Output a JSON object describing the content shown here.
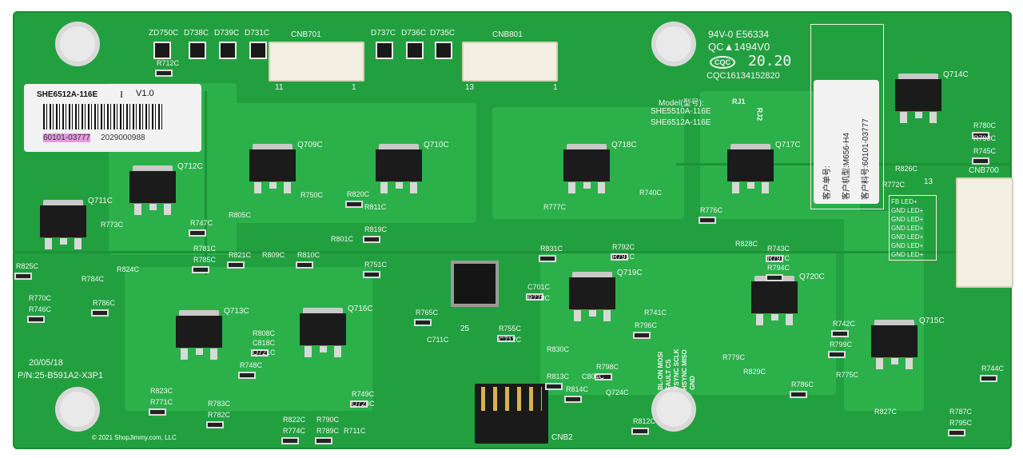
{
  "board": {
    "color": "#22a03f",
    "silk_color": "#f4f4f4"
  },
  "sticker": {
    "model": "SHE6512A-116E",
    "rev_mark": "I",
    "version": "V1.0",
    "serial_highlight": "60101-03777",
    "serial_rest": "2029000988",
    "highlight_color": "#e59be0"
  },
  "cert": {
    "line1": "94V-0 E56334",
    "line2": "QC▲1494V0",
    "cqc": "CQC",
    "date": "20.20",
    "cqc_number": "CQC16134152820"
  },
  "model_block": {
    "title": "Model(型号):",
    "models": [
      "SHE5510A-116E",
      "SHE6512A-116E"
    ],
    "rj": [
      "RJ1",
      "RJ2"
    ]
  },
  "right_sticker": {
    "lines": [
      "客户单号:",
      "客户机型:M656-H4",
      "客户料号:60101-03777"
    ]
  },
  "connectors": {
    "cnb701": "CNB701",
    "cnb801": "CNB801",
    "cnb700": "CNB700",
    "cnb2": "CNB2",
    "pin_11": "11",
    "pin_1a": "1",
    "pin_13": "13",
    "pin_1b": "1",
    "cnb700_pin": "13"
  },
  "cnb700_pins": [
    "FB",
    "GND",
    "GND",
    "GND",
    "GND",
    "GND",
    "GND"
  ],
  "cnb700_led": "LED+",
  "cnb2_pins": "BL-ON MOSI FAULT CS VSYNC SCLK HSYNC MISO GND",
  "mosfets": [
    "Q711C",
    "Q712C",
    "Q709C",
    "Q710C",
    "Q718C",
    "Q717C",
    "Q714C",
    "Q713C",
    "Q716C",
    "Q719C",
    "Q720C",
    "Q715C"
  ],
  "diodes": [
    "ZD750C",
    "D738C",
    "D739C",
    "D731C",
    "D737C",
    "D736C",
    "D735C"
  ],
  "labels": [
    "R712C",
    "R750C",
    "R820C",
    "R805C",
    "R821C",
    "R809C",
    "R810C",
    "R811C",
    "R819C",
    "R801C",
    "R751C",
    "R773C",
    "R747C",
    "R781C",
    "R785C",
    "R824C",
    "R825C",
    "R770C",
    "R746C",
    "R784C",
    "R786C",
    "R740C",
    "R792C",
    "R791C",
    "R831C",
    "R777C",
    "R776C",
    "R828C",
    "R743C",
    "R797C",
    "R794C",
    "R772C",
    "R780C",
    "R793C",
    "R745C",
    "R826C",
    "R765C",
    "C711C",
    "C701C",
    "R778C",
    "R755C",
    "C712C",
    "R796C",
    "R741C",
    "R798C",
    "R830C",
    "R742C",
    "R779C",
    "R799C",
    "R829C",
    "R786C",
    "R775C",
    "R744C",
    "R787C",
    "R795C",
    "R827C",
    "R748C",
    "R823C",
    "R771C",
    "R783C",
    "R782C",
    "R822C",
    "R774C",
    "R790C",
    "R789C",
    "R711C",
    "R749C",
    "Q723C",
    "R813C",
    "C804C",
    "R814C",
    "Q724C",
    "R812C",
    "R808C",
    "C818C",
    "Q721C"
  ],
  "board_date": "20/05/18",
  "part_number": "P/N:25-B591A2-X3P1",
  "ic_mark": "25",
  "watermark": "© 2021 ShopJimmy.com, LLC"
}
